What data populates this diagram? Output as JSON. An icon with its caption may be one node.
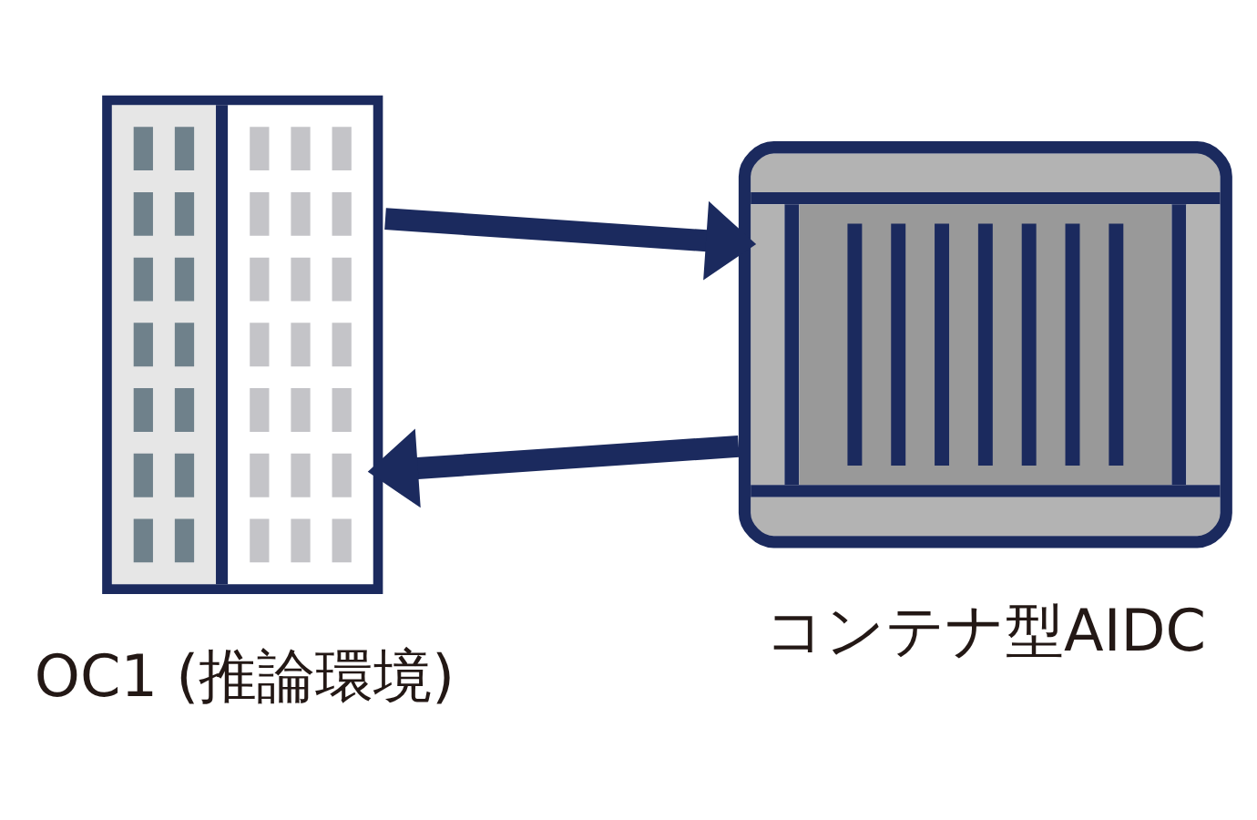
{
  "diagram": {
    "nodes": [
      {
        "text": [],
        "shape": "picture",
        "beside": [
          "OC1 (推論環境)"
        ]
      },
      {
        "text": [],
        "shape": "picture",
        "beside": [
          "コンテナ型AIDC"
        ]
      }
    ],
    "edges": [
      {
        "from": 0,
        "to": 1,
        "arrow": "to"
      },
      {
        "from": 1,
        "to": 0,
        "arrow": "to"
      }
    ]
  }
}
